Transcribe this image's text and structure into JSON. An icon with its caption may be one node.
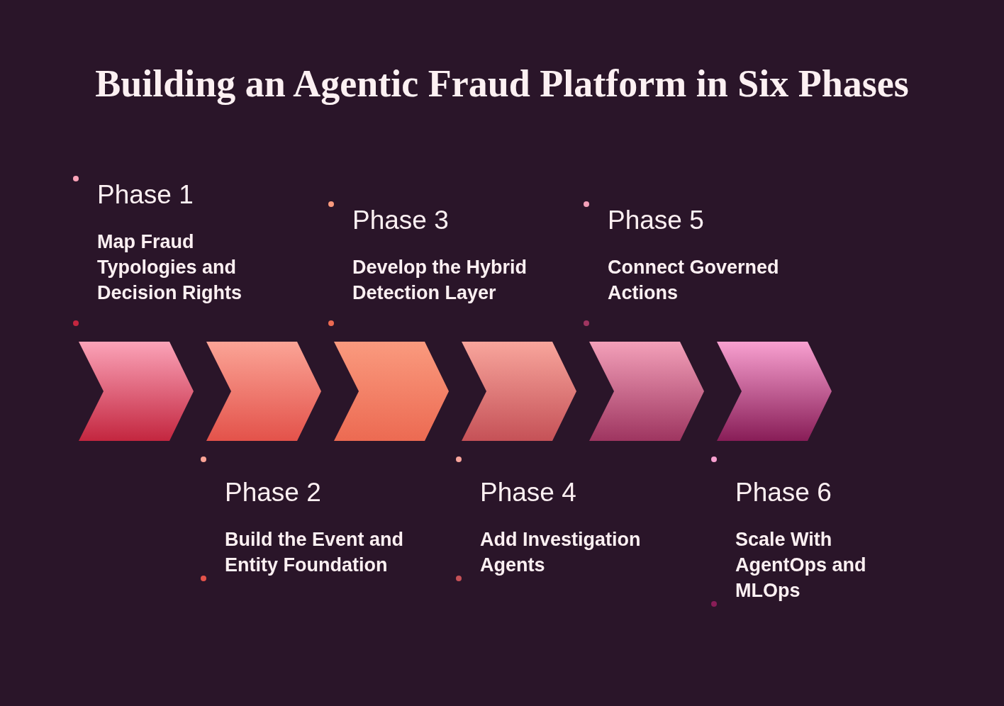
{
  "diagram": {
    "title": "Building an Agentic Fraud Platform in Six Phases",
    "nodes": [
      {
        "text": [],
        "shape": "chevron",
        "beside": [
          "Phase 1",
          "Map Fraud Typologies and Decision Rights"
        ]
      },
      {
        "text": [],
        "shape": "chevron",
        "beside": [
          "Phase 2",
          "Build the Event and Entity Foundation"
        ]
      },
      {
        "text": [],
        "shape": "chevron",
        "beside": [
          "Phase 3",
          "Develop the Hybrid Detection Layer"
        ]
      },
      {
        "text": [],
        "shape": "chevron",
        "beside": [
          "Phase 4",
          "Add Investigation Agents"
        ]
      },
      {
        "text": [],
        "shape": "chevron",
        "beside": [
          "Phase 5",
          "Connect Governed Actions"
        ]
      },
      {
        "text": [],
        "shape": "chevron",
        "beside": [
          "Phase 6",
          "Scale With AgentOps and MLOps"
        ]
      }
    ]
  }
}
